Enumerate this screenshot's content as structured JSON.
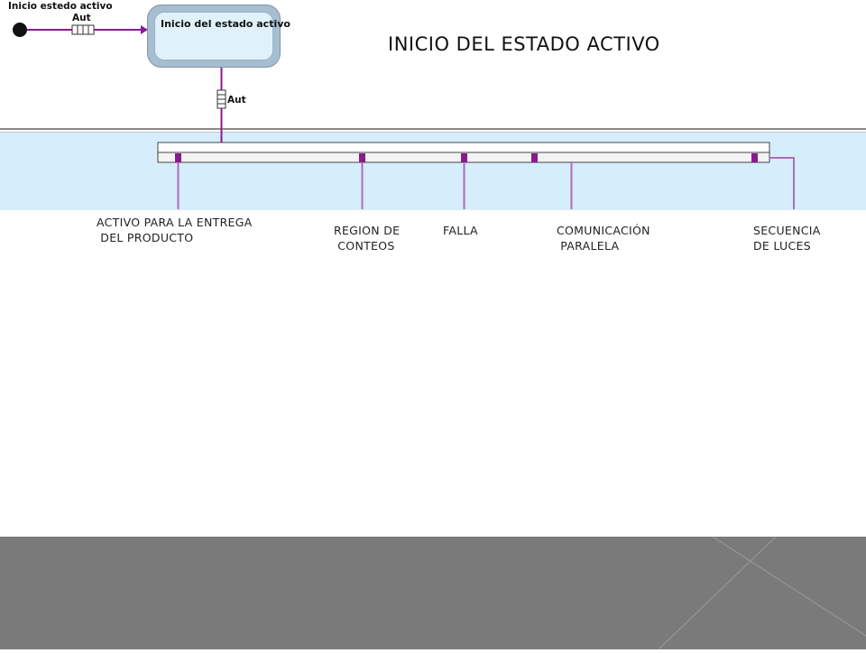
{
  "diagram": {
    "initial_label": "Inicio estedo activo",
    "trigger_top": "Aut",
    "trigger_vertical": "Aut",
    "state_name": "Inicio del estado activo"
  },
  "page": {
    "title": "INICIO DEL ESTADO ACTIVO"
  },
  "regions": [
    {
      "label": "ACTIVO PARA LA ENTREGA\n DEL PRODUCTO"
    },
    {
      "label": "REGION DE\n CONTEOS"
    },
    {
      "label": "FALLA"
    },
    {
      "label": "COMUNICACIÓN\n PARALELA"
    },
    {
      "label": "SECUENCIA\nDE LUCES"
    }
  ],
  "colors": {
    "connector": "#8b1a8f",
    "band": "#d6eefb",
    "footer": "#7a7a7a"
  }
}
